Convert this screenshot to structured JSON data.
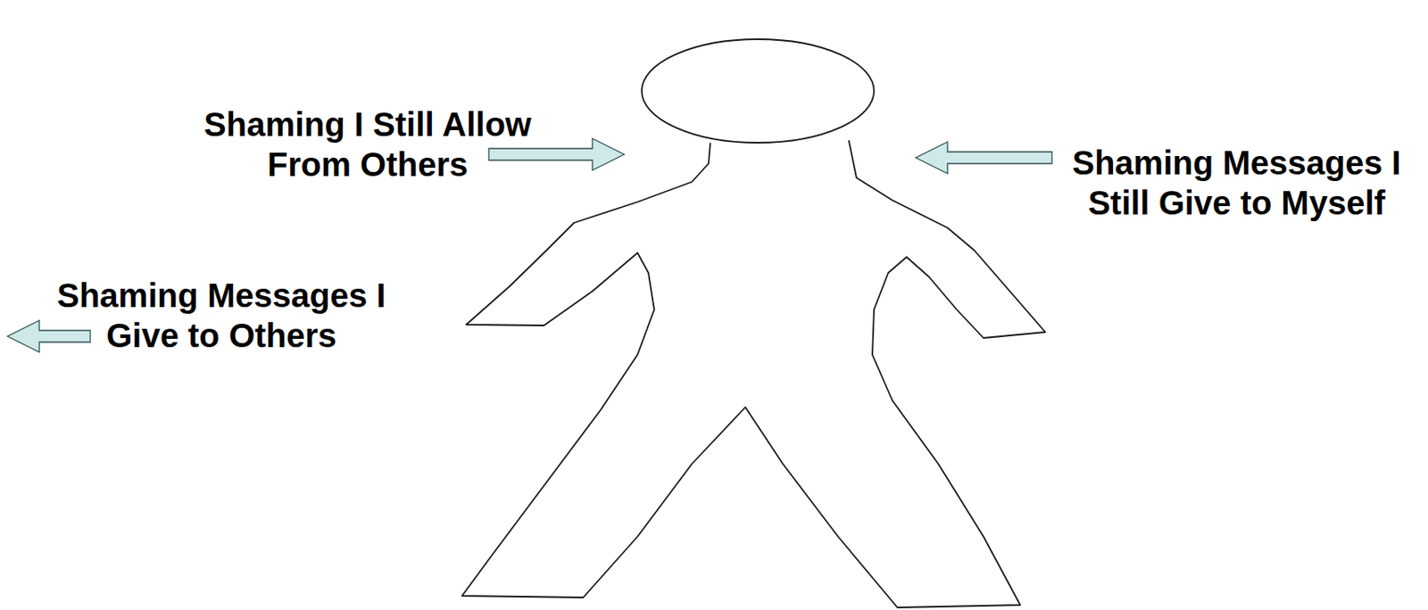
{
  "diagram": {
    "labels": [
      "Shaming I Still Allow From Others",
      "Shaming Messages I Still Give to Myself",
      "Shaming Messages I Give to Others"
    ]
  }
}
